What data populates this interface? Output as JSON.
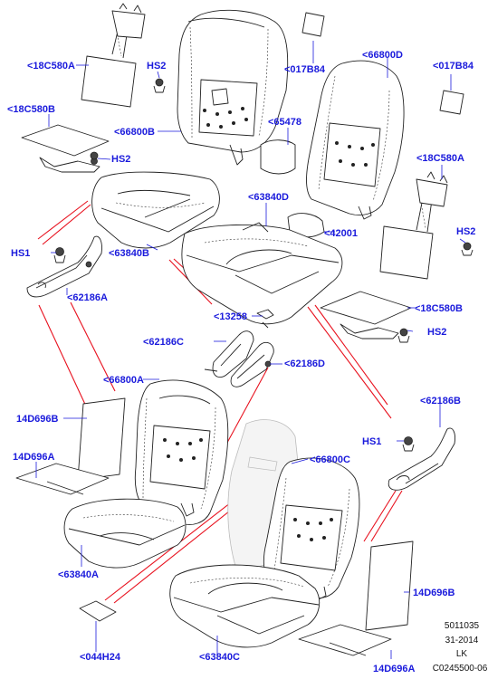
{
  "labels": {
    "c18c580a_top": "<18C580A",
    "hs2_top": "HS2",
    "c017b84_top": "<017B84",
    "c66800d": "<66800D",
    "c017b84_right": "<017B84",
    "c18c580b_left": "<18C580B",
    "c66800b": "<66800B",
    "c65478": "<65478",
    "hs2_mid": "HS2",
    "c18c580a_right": "<18C580A",
    "c63840d": "<63840D",
    "hs2_right": "HS2",
    "c42001": "<42001",
    "hs1_left": "HS1",
    "c63840b": "<63840B",
    "c62186a": "<62186A",
    "c13258": "<13258",
    "c18c580b_right": "<18C580B",
    "hs2_right_low": "HS2",
    "c62186c": "<62186C",
    "c62186d": "<62186D",
    "c66800a": "<66800A",
    "c14d696b_left": "14D696B",
    "c62186b": "<62186B",
    "hs1_right": "HS1",
    "c14d696a_left": "14D696A",
    "c66800c": "<66800C",
    "c63840a": "<63840A",
    "c14d696b_right": "14D696B",
    "c044h24": "<044H24",
    "c63840c": "<63840C",
    "c14d696a_right": "14D696A"
  },
  "footer": {
    "line1": "5011035",
    "line2": "31-2014",
    "line3": "LK",
    "line4": "C0245500-06"
  },
  "colors": {
    "label": "#1a1adc",
    "leader_red": "#e8111e",
    "line": "#222222"
  }
}
